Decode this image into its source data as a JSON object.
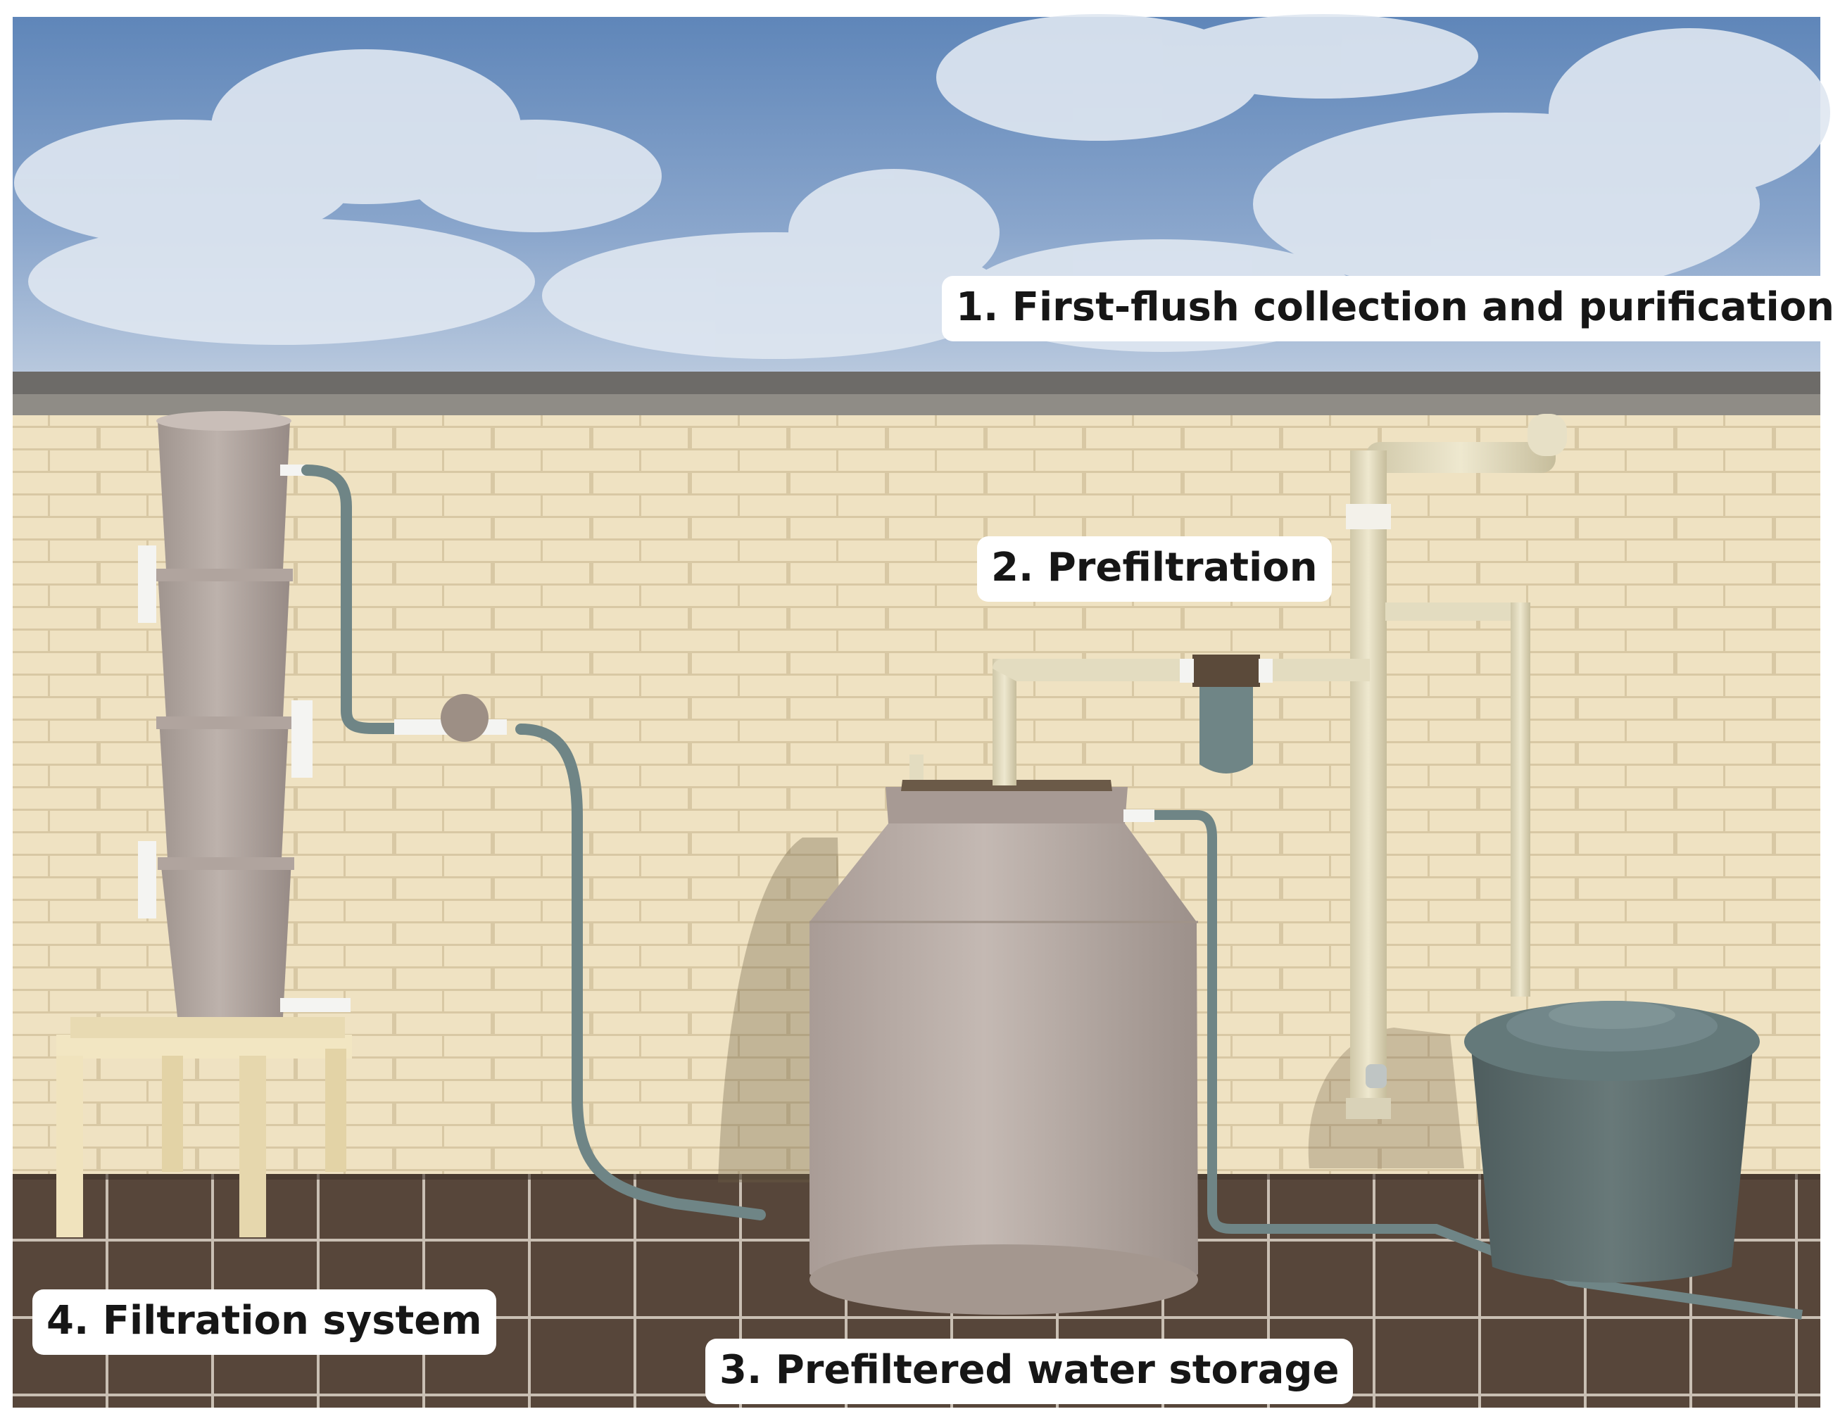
{
  "labels": {
    "first_flush": "1. First-flush collection and purification",
    "prefiltration": "2. Prefiltration",
    "storage": "3. Prefiltered water storage",
    "filtration": "4. Filtration system"
  },
  "colors": {
    "sky": "#6f93c2",
    "brick_wall": "#efe2c2",
    "mortar": "#d7c7a2",
    "floor_tile": "#5a4838",
    "tank": "#b7aaa4",
    "pvc_pipe": "#e3dcc0",
    "hose": "#6f8586",
    "bin": "#5b6b6b",
    "stool": "#f0e3bd"
  },
  "icons": [
    "bucket-stack",
    "stool",
    "first-flush-pipe",
    "cartridge-filter",
    "storage-tank",
    "waste-bin",
    "hose"
  ]
}
